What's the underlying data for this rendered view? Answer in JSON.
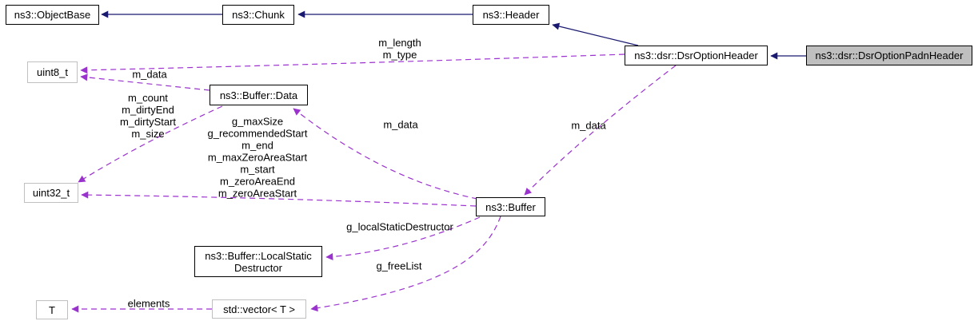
{
  "diagram": {
    "type": "doxygen-collaboration-graph",
    "focus_class": "ns3::dsr::DsrOptionPadnHeader"
  },
  "colors": {
    "inheritance_edge": "#191970",
    "usage_edge": "#9a32cd",
    "node_border": "#000000",
    "external_node_border": "#c0c0c0",
    "node_fill": "#ffffff",
    "focus_node_fill": "#bfbfbf",
    "text": "#000000",
    "background": "#ffffff"
  },
  "nodes": {
    "object_base": {
      "label": "ns3::ObjectBase"
    },
    "chunk": {
      "label": "ns3::Chunk"
    },
    "header": {
      "label": "ns3::Header"
    },
    "dsr_option_header": {
      "label": "ns3::dsr::DsrOptionHeader"
    },
    "dsr_option_padn_header": {
      "label": "ns3::dsr::DsrOptionPadnHeader"
    },
    "uint8_t": {
      "label": "uint8_t"
    },
    "buffer_data": {
      "label": "ns3::Buffer::Data"
    },
    "uint32_t": {
      "label": "uint32_t"
    },
    "buffer": {
      "label": "ns3::Buffer"
    },
    "local_static_destructor": {
      "line1": "ns3::Buffer::LocalStatic",
      "line2": "Destructor"
    },
    "t": {
      "label": "T"
    },
    "std_vector": {
      "label": "std::vector< T >"
    }
  },
  "edge_labels": {
    "option_header_to_uint8": {
      "line1": "m_length",
      "line2": "m_type"
    },
    "buffer_data_to_uint8": "m_data",
    "buffer_data_to_uint32": {
      "line1": "m_count",
      "line2": "m_dirtyEnd",
      "line3": "m_dirtyStart",
      "line4": "m_size"
    },
    "buffer_to_uint32": {
      "line1": "g_maxSize",
      "line2": "g_recommendedStart",
      "line3": "m_end",
      "line4": "m_maxZeroAreaStart",
      "line5": "m_start",
      "line6": "m_zeroAreaEnd",
      "line7": "m_zeroAreaStart"
    },
    "buffer_to_buffer_data": "m_data",
    "option_header_to_buffer": "m_data",
    "buffer_to_local_static": "g_localStaticDestructor",
    "buffer_to_vector": "g_freeList",
    "vector_to_t": "elements"
  }
}
